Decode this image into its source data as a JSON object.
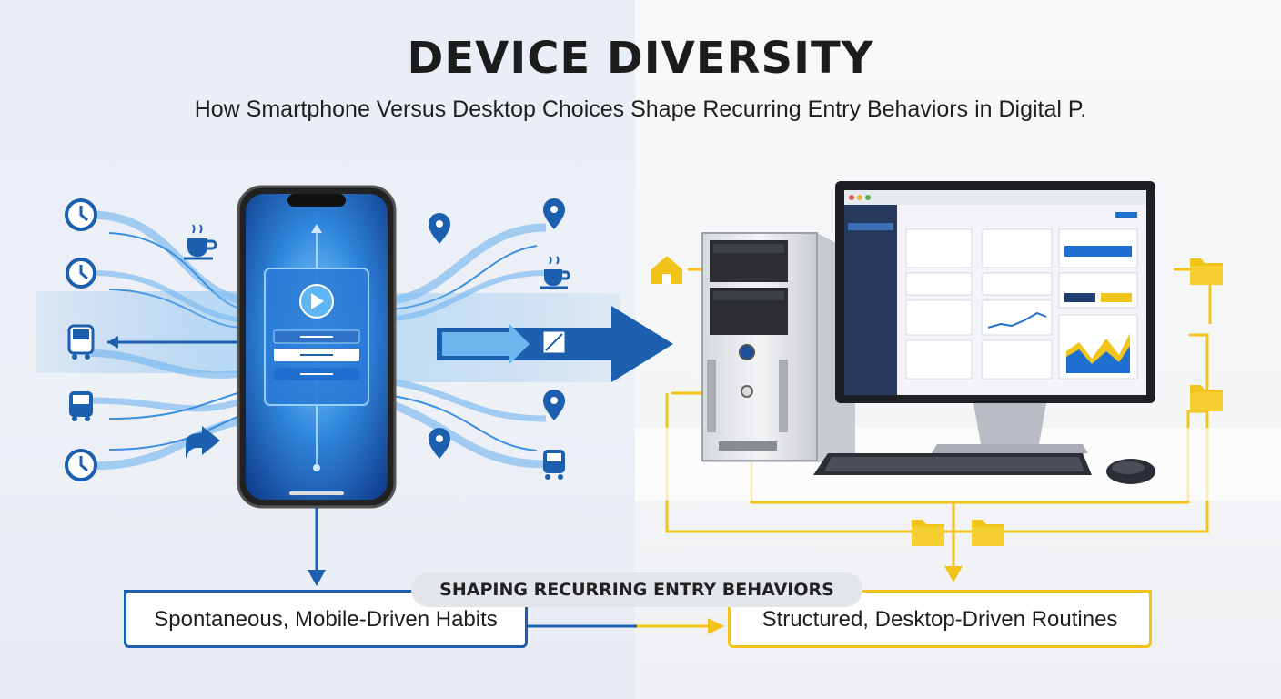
{
  "header": {
    "title": "DEVICE DIVERSITY",
    "subtitle": "How Smartphone Versus Desktop Choices Shape Recurring Entry Behaviors in Digital P."
  },
  "bottom": {
    "banner": "SHAPING RECURRING ENTRY BEHAVIORS",
    "left_box": "Spontaneous, Mobile-Driven Habits",
    "right_box": "Structured, Desktop-Driven Routines"
  },
  "icons": {
    "left_side": [
      "clock-icon",
      "clock-icon",
      "bus-icon",
      "bus-icon",
      "clock-icon",
      "coffee-icon",
      "forward-arrow-icon"
    ],
    "right_of_phone": [
      "location-pin-icon",
      "coffee-icon",
      "square-icon",
      "location-pin-icon",
      "location-pin-icon",
      "bus-icon"
    ],
    "desktop_side": [
      "home-icon",
      "folder-icon",
      "folder-icon",
      "folder-icon",
      "folder-icon"
    ]
  },
  "colors": {
    "mobile_blue": "#1b5fae",
    "desktop_yellow": "#f0c419"
  }
}
